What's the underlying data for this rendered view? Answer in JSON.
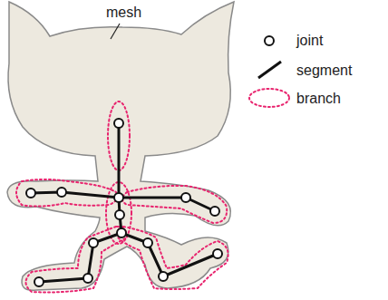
{
  "diagram": {
    "labels": [
      "mesh"
    ],
    "legend": [
      {
        "text": "joint"
      },
      {
        "text": "segment"
      },
      {
        "text": "branch"
      }
    ]
  }
}
